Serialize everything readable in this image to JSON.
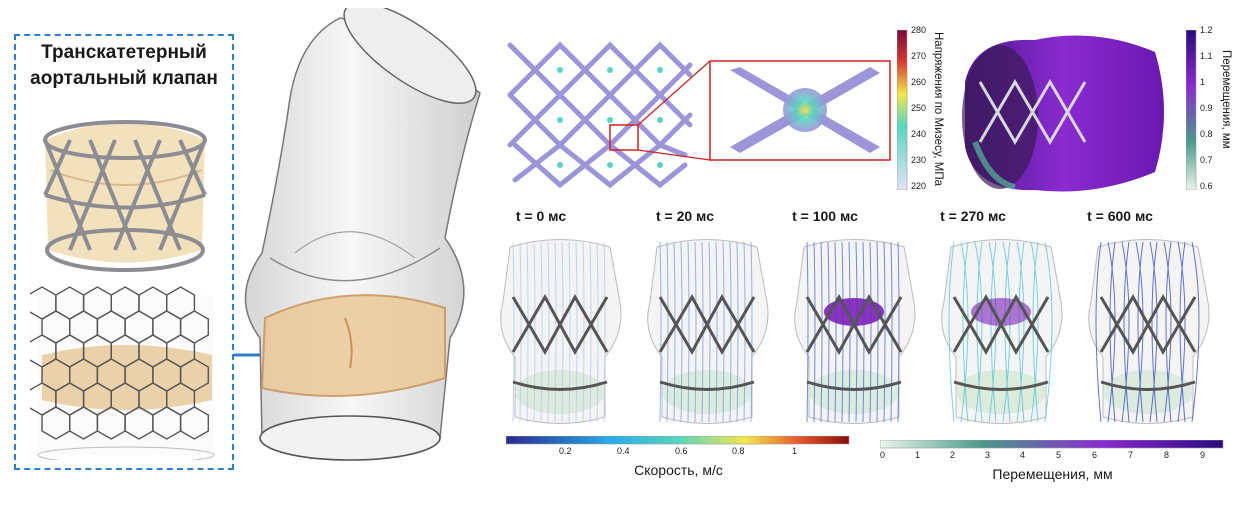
{
  "title": {
    "line1": "Транскатетерный",
    "line2": "аортальный клапан"
  },
  "time_labels": [
    "t = 0 мс",
    "t = 20 мс",
    "t = 100 мс",
    "t = 270 мс",
    "t = 600 мс"
  ],
  "stress_colorbar": {
    "label": "Напряжения по Мизесу, МПа",
    "ticks": [
      "280",
      "270",
      "260",
      "250",
      "240",
      "230",
      "220"
    ]
  },
  "displacement_colorbar_vertical": {
    "label": "Перемещения, мм",
    "ticks": [
      "1.2",
      "1.1",
      "1",
      "0.9",
      "0.8",
      "0.7",
      "0.6"
    ]
  },
  "velocity_colorbar": {
    "label": "Скорость, м/с",
    "ticks": [
      "0.2",
      "0.4",
      "0.6",
      "0.8",
      "1"
    ]
  },
  "displacement_colorbar_horizontal": {
    "label": "Перемещения, мм",
    "ticks": [
      "0",
      "1",
      "2",
      "3",
      "4",
      "5",
      "6",
      "7",
      "8",
      "9"
    ]
  },
  "colors": {
    "dash_border": "#2c7fd0",
    "arrow": "#2c7fd0",
    "zoom_box": "#d02020",
    "stent": "#9a9aa0",
    "leaflet": "#e8cfa0",
    "purple": "#7a20b8"
  }
}
